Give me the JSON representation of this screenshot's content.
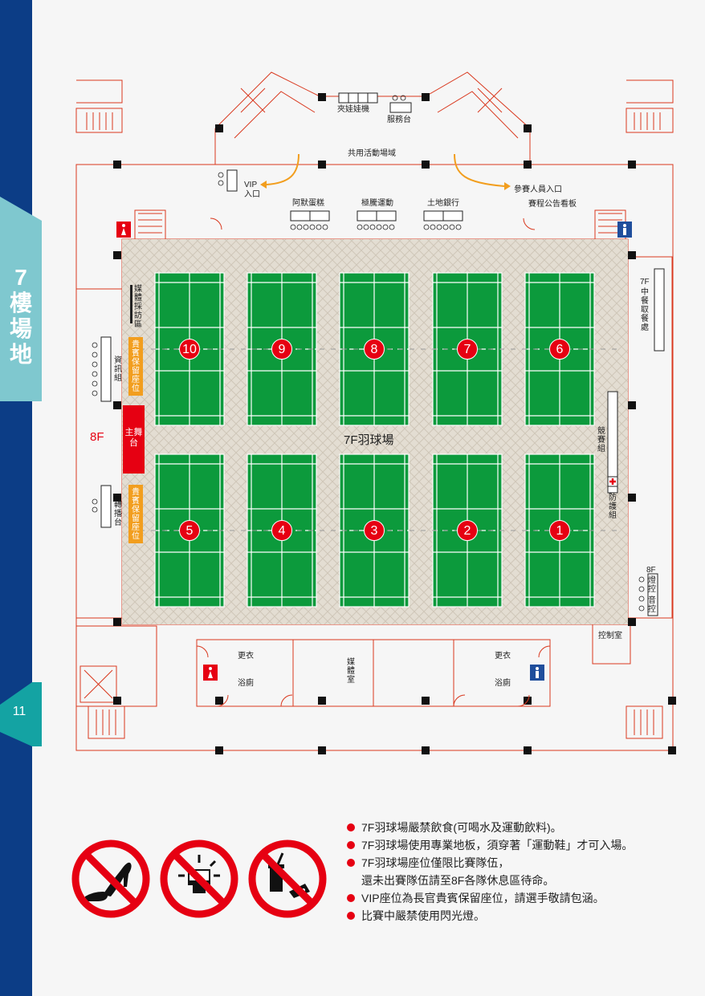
{
  "sidebar": {
    "title": "7樓場地",
    "page_number": "11",
    "colors": {
      "navy": "#0c3d86",
      "teal_light": "#7fc8cf",
      "teal": "#14a3a3"
    }
  },
  "plan": {
    "hall_label": "7F羽球場",
    "floor_8f_label": "8F",
    "courts": [
      "10",
      "9",
      "8",
      "7",
      "6",
      "5",
      "4",
      "3",
      "2",
      "1"
    ],
    "top": {
      "claw_machine": "夾娃娃機",
      "service_desk": "服務台",
      "shared_area": "共用活動場域",
      "vip_entrance": [
        "VIP",
        "入口"
      ],
      "player_entrance": "參賽人員入口",
      "schedule_board": "賽程公告看板",
      "booths": [
        "阿默蛋糕",
        "極騰運動",
        "土地銀行"
      ]
    },
    "left": {
      "media_area": "媒體採訪區",
      "info_desk": "資訊組",
      "vip_seats_1": "貴賓保留座位",
      "main_stage": "主舞台",
      "vip_seats_2": "貴賓保留座位",
      "broadcast": "轉播台"
    },
    "right": {
      "lunch_pickup_floor": "7F",
      "lunch_pickup": "中餐取餐處",
      "competition_team": "競賽組",
      "medical_team": "防護組",
      "light_sound_floor": "8F",
      "lighting": "燈控",
      "sound": "音控",
      "control_room": "控制室"
    },
    "bottom": {
      "changing_left": "更衣",
      "shower_left": "浴廁",
      "media_room": "媒體室",
      "changing_right": "更衣",
      "shower_right": "浴廁"
    },
    "colors": {
      "court_green": "#0c9a3c",
      "floor_beige": "#e3ddd2",
      "wall_red": "#d9381e",
      "accent_red": "#e60012",
      "orange": "#f29e1e",
      "restroom_blue": "#1f4e9c"
    }
  },
  "notes": [
    {
      "text": "7F羽球場嚴禁飲食(可喝水及運動飲料)。"
    },
    {
      "text": "7F羽球場使用專業地板，須穿著「運動鞋」才可入場。"
    },
    {
      "text": "7F羽球場座位僅限比賽隊伍，",
      "text2": "還未出賽隊伍請至8F各隊休息區待命。"
    },
    {
      "text": "VIP座位為長官貴賓保留座位，請選手敬請包涵。"
    },
    {
      "text": "比賽中嚴禁使用閃光燈。"
    }
  ],
  "signs": [
    {
      "name": "no-heels-sign",
      "icon": "high-heel-shoe-icon"
    },
    {
      "name": "no-flash-sign",
      "icon": "flash-icon"
    },
    {
      "name": "no-food-sign",
      "icon": "drink-food-icon"
    }
  ]
}
